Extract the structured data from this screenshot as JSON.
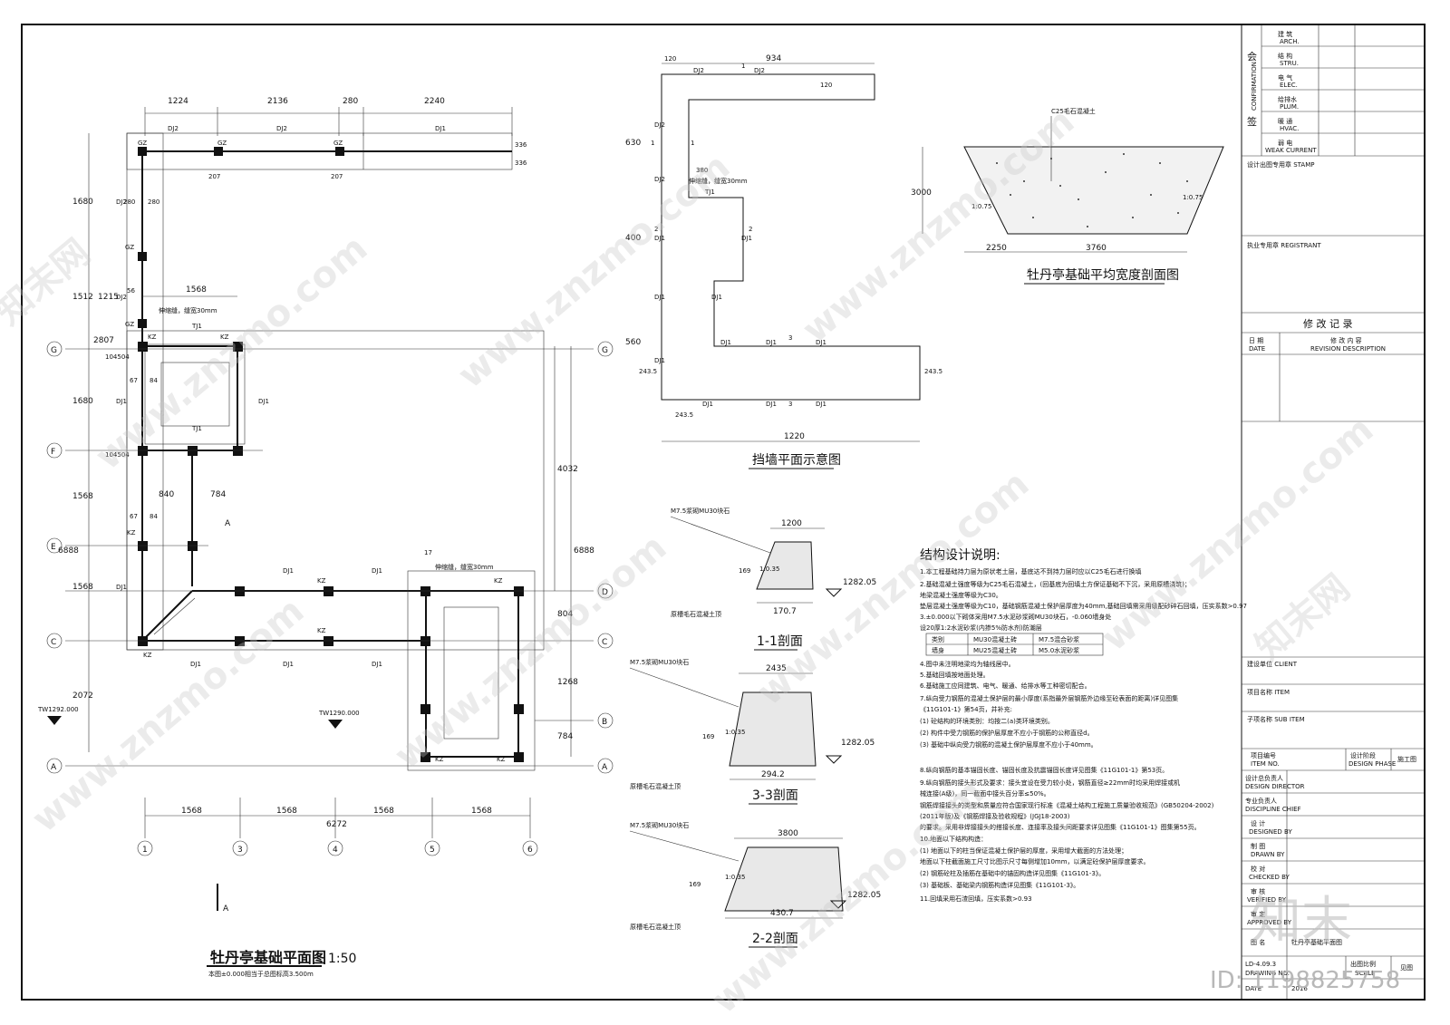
{
  "plan": {
    "title": "牡丹亭基础平面图",
    "scale": "1:50",
    "note": "本图±0.000相当于总图标高3.500m",
    "top_dims": [
      "1224",
      "2136",
      "280",
      "2240"
    ],
    "bottom_dims": [
      "1568",
      "1568",
      "1568",
      "1568"
    ],
    "bottom_total": "6272",
    "axis_rows": [
      "G",
      "F",
      "E",
      "D",
      "C",
      "B",
      "A"
    ],
    "axis_cols": [
      "1",
      "3",
      "4",
      "5",
      "6"
    ],
    "left_dims": [
      "1680",
      "1512",
      "1215",
      "2807",
      "104504",
      "1680",
      "104504",
      "1568",
      "6888",
      "1568",
      "2072"
    ],
    "right_dims": [
      "4032",
      "6888",
      "804",
      "1268",
      "784"
    ],
    "labels": {
      "dj1": "DJ1",
      "dj2": "DJ2",
      "gz": "GZ",
      "kz": "KZ",
      "tj1": "TJ1",
      "joint": "伸缩缝，缝宽30mm",
      "tw1": "TW1292.000",
      "tw2": "TW1290.000",
      "a_mark": "A",
      "d1568": "1568",
      "d840": "840",
      "d784": "784",
      "d280": "280",
      "d207": "207",
      "d336": "336",
      "d17": "17",
      "d56": "56",
      "d67": "67",
      "d84": "84"
    }
  },
  "wall": {
    "title": "挡墙平面示意图",
    "dims": {
      "top": "934",
      "t120": "120",
      "r120": "120",
      "h630": "630",
      "d380": "380",
      "h400": "400",
      "h560": "560",
      "h2435": "243.5",
      "w2435": "243.5",
      "total": "1220",
      "r2435": "243.5"
    },
    "joint": "伸缩缝，缝宽30mm",
    "marks": {
      "n1": "1",
      "n2": "2",
      "n3": "3"
    }
  },
  "foundation_section": {
    "title": "牡丹亭基础平均宽度剖面图",
    "material": "C25毛石混凝土",
    "height": "3000",
    "left": "2250",
    "bottom": "3760",
    "slope_left": "1:0.75",
    "slope_right": "1:0.75"
  },
  "sections": [
    {
      "title": "1-1剖面",
      "top": "1200",
      "bottom": "170.7",
      "height": "169",
      "level": "1282.05",
      "slope": "1:0.35",
      "stone": "M7.5浆砌MU30块石",
      "base": "原槽毛石混凝土顶"
    },
    {
      "title": "3-3剖面",
      "top": "2435",
      "bottom": "294.2",
      "height": "169",
      "level": "1282.05",
      "slope": "1:0.35",
      "stone": "M7.5浆砌MU30块石",
      "base": "原槽毛石混凝土顶"
    },
    {
      "title": "2-2剖面",
      "top": "3800",
      "bottom": "430.7",
      "height": "169",
      "level": "1282.05",
      "slope": "1:0.35",
      "stone": "M7.5浆砌MU30块石",
      "base": "原槽毛石混凝土顶"
    }
  ],
  "notes": {
    "title": "结构设计说明:",
    "lines": [
      "1.本工程基础持力层为原状老土层，基底达不到持力层时应以C25毛石进行换填",
      "2.基础混凝土强度等级为C25毛石混凝土，(回基底为回填土方保证基础不下沉，采用原槽浇筑)；",
      "  地梁混凝土强度等级为C30。",
      "  垫层混凝土强度等级为C10，基础钢筋混凝土保护层厚度为40mm,基础回填需采用级配砂碎石回填，压实系数>0.97",
      "3.±0.000以下砌体采用M7.5水泥砂浆砌MU30块石，-0.060墙身处",
      "  设20厚1:2水泥砂浆(内掺5%防水剂)防潮层",
      "4.图中未注明地梁均为轴线居中。",
      "5.基础回填按地面处理。",
      "6.基础施工应同建筑、电气、暖通、给排水等工种密切配合。",
      "7.纵向受力钢筋的混凝土保护层的最小厚度(系指最外层钢筋外边缘至砼表面的距离)详见图集",
      "  《11G101-1》第54页，并补充:",
      "  (1) 砼结构的环境类别：均按二(a)类环境类别。",
      "  (2) 构件中受力钢筋的保护层厚度不应小于钢筋的公称直径d。",
      "  (3) 基础中纵向受力钢筋的混凝土保护层厚度不应小于40mm。",
      "8.纵向钢筋的基本锚固长度、锚固长度及抗震锚固长度详见图集《11G101-1》第53页。",
      "9.纵向钢筋的接头形式及要求：接头宜设在受力较小处，钢筋直径≥22mm时均采用焊接或机",
      "  械连接(A级)，同一截面中接头百分率≤50%。",
      "  钢筋焊接接头的类型和质量应符合国家现行标准《混凝土结构工程施工质量验收规范》(GB50204-2002)",
      "  (2011年版)及《钢筋焊接及验收规程》(JGJ18-2003)",
      "  的要求。采用非焊接接头的搭接长度、连接率及接头间距要求详见图集《11G101-1》图集第55页。",
      "10.地面以下结构构造：",
      "  (1) 地面以下的柱当保证混凝土保护层的厚度，采用增大截面的方法处理；",
      "      地面以下柱截面施工尺寸比图示尺寸每侧增加10mm，以满足砼保护层厚度要求。",
      "  (2) 钢筋砼柱及插筋在基础中的锚固构造详见图集《11G101-3》。",
      "  (3) 基础板、基础梁内钢筋构造详见图集《11G101-3》。",
      "11.回填采用石渣回填，压实系数>0.93"
    ],
    "table": [
      [
        "类别",
        "MU30混凝土砖",
        "M7.5混合砂浆"
      ],
      [
        "墙身",
        "MU25混凝土砖",
        "M5.0水泥砂浆"
      ]
    ]
  },
  "titleblock": {
    "hui": "会",
    "qian": "签",
    "confirmation": "CONFIRMATION",
    "disciplines": [
      {
        "cn": "建 筑",
        "en": "ARCH."
      },
      {
        "cn": "结 构",
        "en": "STRU."
      },
      {
        "cn": "电 气",
        "en": "ELEC."
      },
      {
        "cn": "给排水",
        "en": "PLUM."
      },
      {
        "cn": "暖 通",
        "en": "HVAC."
      },
      {
        "cn": "弱 电",
        "en": "WEAK CURRENT"
      }
    ],
    "stamp": "设计出图专用章  STAMP",
    "registrant": "执业专用章  REGISTRANT",
    "revision": "修 改 记 录",
    "date_cn": "日 期",
    "date_en": "DATE",
    "rev_cn": "修 改 内 容",
    "rev_en": "REVISION DESCRIPTION",
    "client": "建设单位  CLIENT",
    "item": "项目名称  ITEM",
    "subitem": "子项名称  SUB ITEM",
    "item_no_cn": "项目编号",
    "item_no_en": "ITEM NO.",
    "phase_cn": "设计阶段",
    "phase_en": "DESIGN PHASE",
    "phase_val": "施工图",
    "roles": [
      {
        "cn": "设计总负责人",
        "en": "DESIGN DIRECTOR"
      },
      {
        "cn": "专业负责人",
        "en": "DISCIPLINE CHIEF"
      },
      {
        "cn": "设 计",
        "en": "DESIGNED BY"
      },
      {
        "cn": "制 图",
        "en": "DRAWN BY"
      },
      {
        "cn": "校 对",
        "en": "CHECKED BY"
      },
      {
        "cn": "审 核",
        "en": "VERIFIED BY"
      },
      {
        "cn": "审 定",
        "en": "APPROVED BY"
      }
    ],
    "drawing_title_cn": "图 名",
    "drawing_title_val": "牡丹亭基础平面图",
    "drawing_no_label": "DRAWING NO.",
    "drawing_no": "LD-4.09.3",
    "scale_cn": "出图比例",
    "scale_en": "SCALE",
    "scale_val": "见图",
    "date_label": "DATE",
    "date_val": "2016"
  },
  "watermark": {
    "text": "www.znzmo.com",
    "brand": "知末网",
    "id": "ID: 1198825758",
    "mark": "知末"
  }
}
